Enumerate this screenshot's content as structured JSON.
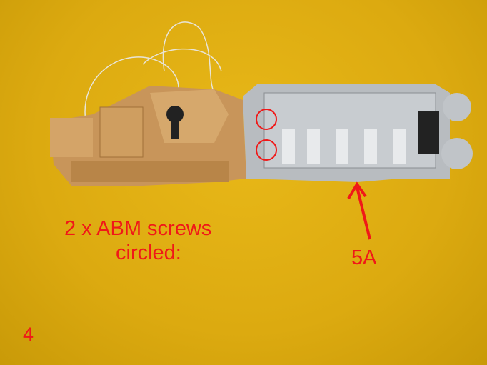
{
  "annotations": {
    "caption_line1": "2 x ABM screws",
    "caption_line2": "circled:",
    "part_label": "5A",
    "step_number": "4"
  },
  "colors": {
    "background": "#dcaa10",
    "annotation_red": "#f01818",
    "gearbox_gold": "#c8955a",
    "engine_silver": "#b8bcc0"
  }
}
